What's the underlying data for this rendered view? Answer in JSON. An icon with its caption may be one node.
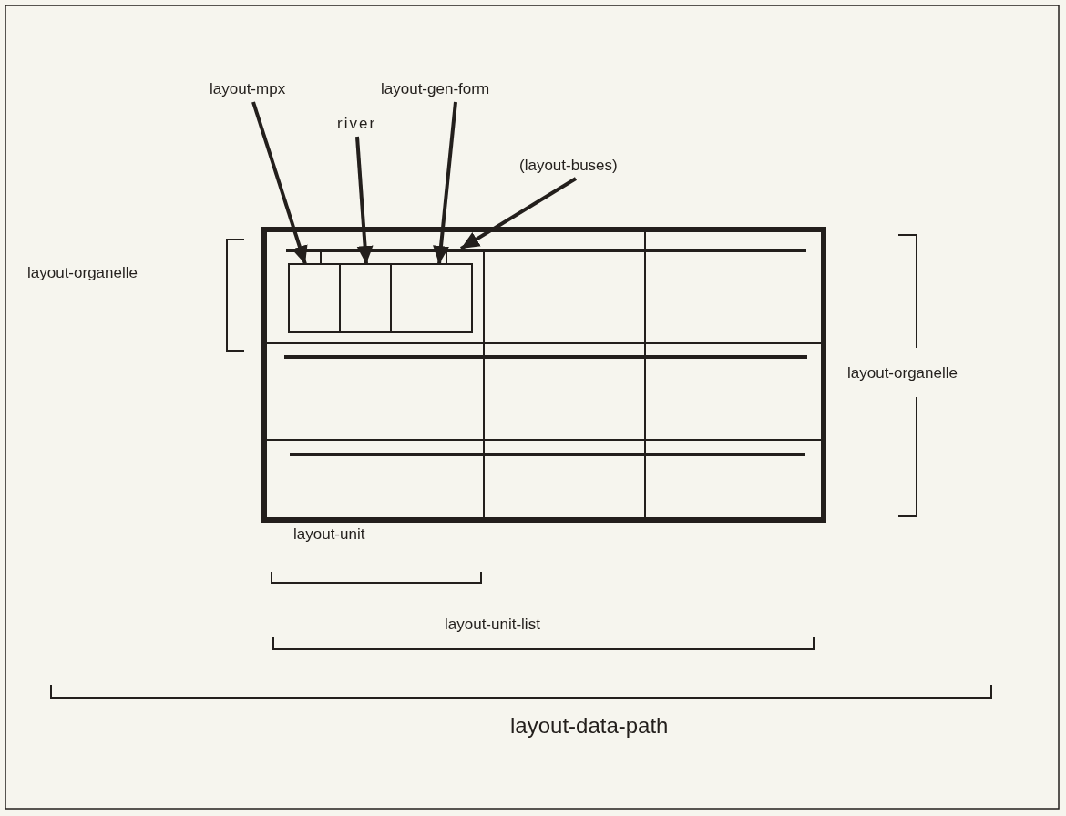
{
  "diagram": {
    "nodes": [
      {
        "text": [
          "layout-mpx"
        ]
      },
      {
        "text": [
          "river"
        ]
      },
      {
        "text": [
          "layout-gen-form"
        ]
      },
      {
        "text": [
          "(layout-buses)"
        ]
      },
      {
        "text": [],
        "shape": "box"
      },
      {
        "text": [],
        "shape": "box",
        "in": 4
      },
      {
        "text": [],
        "shape": "box",
        "in": 5
      },
      {
        "text": [],
        "shape": "box",
        "in": 5
      },
      {
        "text": [],
        "shape": "box",
        "in": 5
      },
      {
        "text": [],
        "shape": "bar",
        "in": 4
      }
    ],
    "edges": [
      {
        "from": 0,
        "to": 6,
        "arrow": "to"
      },
      {
        "from": 1,
        "to": 7,
        "arrow": "to"
      },
      {
        "from": 2,
        "to": 8,
        "arrow": "to"
      },
      {
        "from": 3,
        "to": 9,
        "arrow": "to"
      },
      {
        "from": 9,
        "to": 6,
        "arrow": "none"
      },
      {
        "from": 9,
        "to": 7,
        "arrow": "none"
      },
      {
        "from": 9,
        "to": 8,
        "arrow": "none"
      }
    ],
    "labels": [
      "layout-organelle",
      "layout-organelle",
      "layout-unit",
      "layout-unit-list",
      "layout-data-path"
    ]
  }
}
